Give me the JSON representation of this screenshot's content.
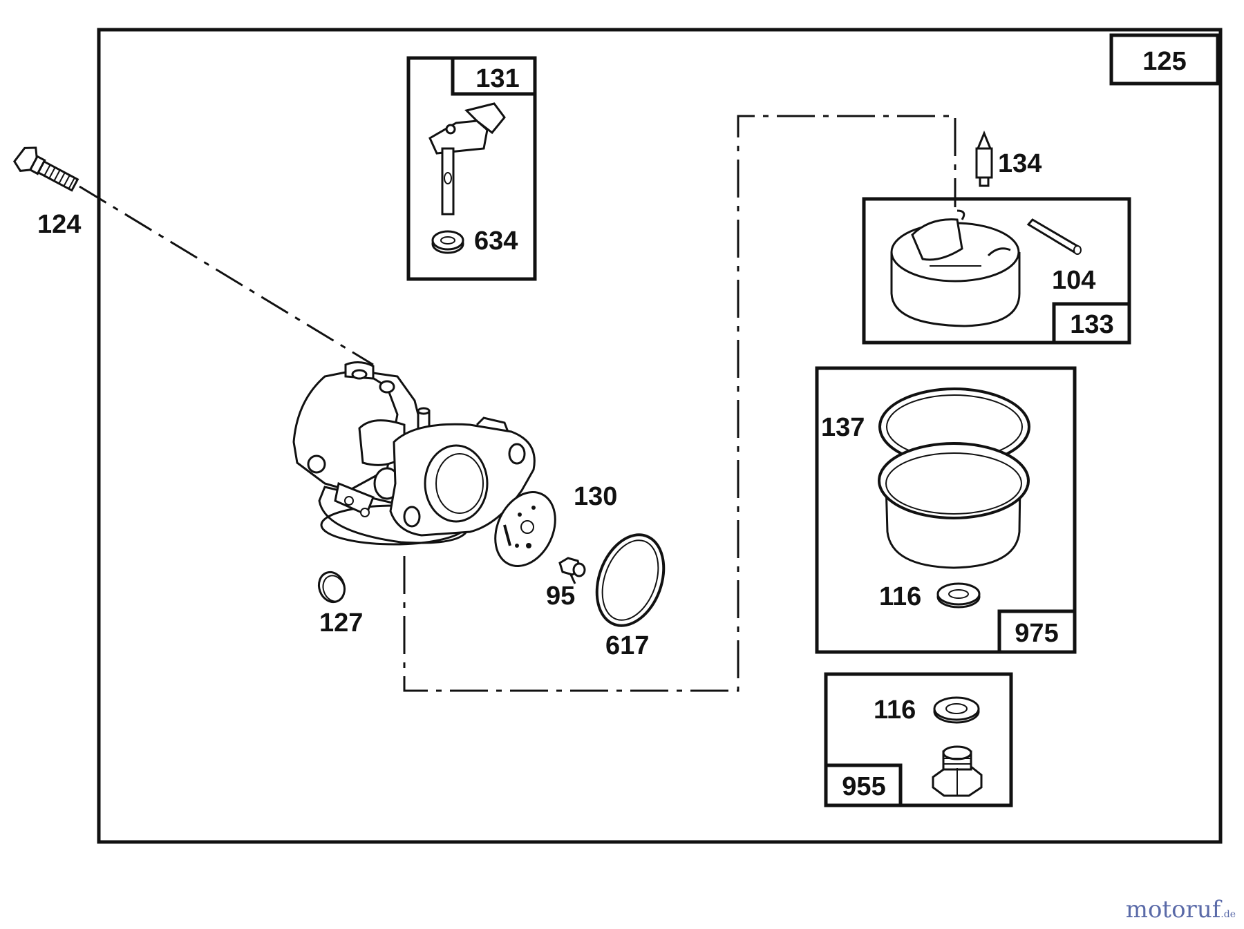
{
  "diagram": {
    "assembly_number": "125",
    "part_numbers": {
      "p124": "124",
      "p131": "131",
      "p634": "634",
      "p134": "134",
      "p104": "104",
      "p133": "133",
      "p137": "137",
      "p116a": "116",
      "p975": "975",
      "p116b": "116",
      "p955": "955",
      "p130": "130",
      "p95": "95",
      "p617": "617",
      "p127": "127"
    }
  },
  "watermark": {
    "name": "motoruf",
    "tld": ".de"
  },
  "colors": {
    "line": "#111111",
    "watermark": "#5a6aa8"
  }
}
